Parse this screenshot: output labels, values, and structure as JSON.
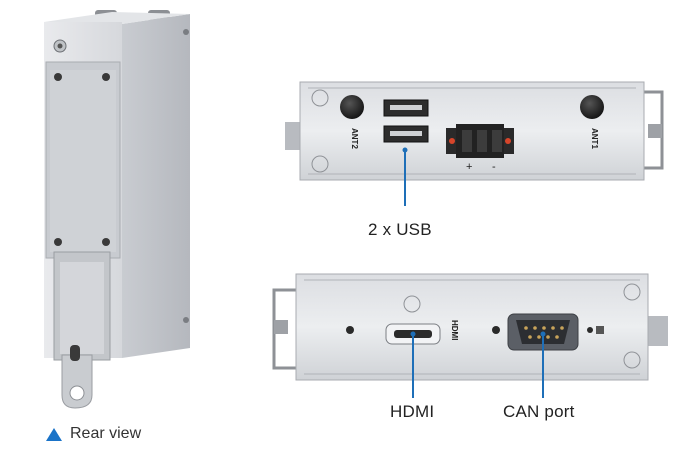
{
  "labels": {
    "usb": "2 x USB",
    "hdmi": "HDMI",
    "can": "CAN port",
    "rear_view": "Rear view"
  },
  "device_markings": {
    "ant2": "ANT2",
    "ant1": "ANT1",
    "plus": "+",
    "minus": "-",
    "hdmi_port": "HDMI"
  },
  "colors": {
    "accent": "#1a73c8",
    "leader_line": "#1e6fb8",
    "metal": "#d9dbdf"
  },
  "icons": {
    "rear_view_marker": "blue-triangle-icon"
  }
}
